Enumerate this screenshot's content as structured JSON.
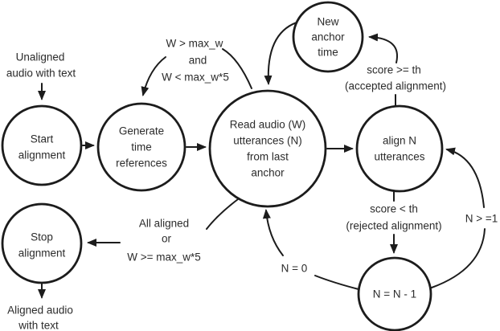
{
  "colors": {
    "background": "#ffffff",
    "stroke": "#1c1c1c",
    "text": "#2b2b2b"
  },
  "nodes": {
    "start": {
      "lines": [
        "Start",
        "alignment"
      ]
    },
    "generate": {
      "lines": [
        "Generate",
        "time",
        "references"
      ]
    },
    "read": {
      "lines": [
        "Read audio (W)",
        "utterances (N)",
        "from last",
        "anchor"
      ]
    },
    "align": {
      "lines": [
        "align N",
        "utterances"
      ]
    },
    "new_anchor": {
      "lines": [
        "New",
        "anchor",
        "time"
      ]
    },
    "decrement": {
      "lines": [
        "N = N - 1"
      ]
    },
    "stop": {
      "lines": [
        "Stop",
        "alignment"
      ]
    }
  },
  "io": {
    "input": {
      "lines": [
        "Unaligned",
        "audio with text"
      ]
    },
    "output": {
      "lines": [
        "Aligned audio",
        "with text"
      ]
    }
  },
  "edge_labels": {
    "window": {
      "lines": [
        "W > max_w",
        "and",
        "W < max_w*5"
      ]
    },
    "accepted": {
      "lines": [
        "score >= th",
        "(accepted alignment)"
      ]
    },
    "rejected": {
      "lines": [
        "score < th",
        "(rejected alignment)"
      ]
    },
    "n_ge_1": "N > =1",
    "n_eq_0": "N = 0",
    "all_aligned": {
      "lines": [
        "All aligned",
        "or",
        "W >= max_w*5"
      ]
    }
  }
}
